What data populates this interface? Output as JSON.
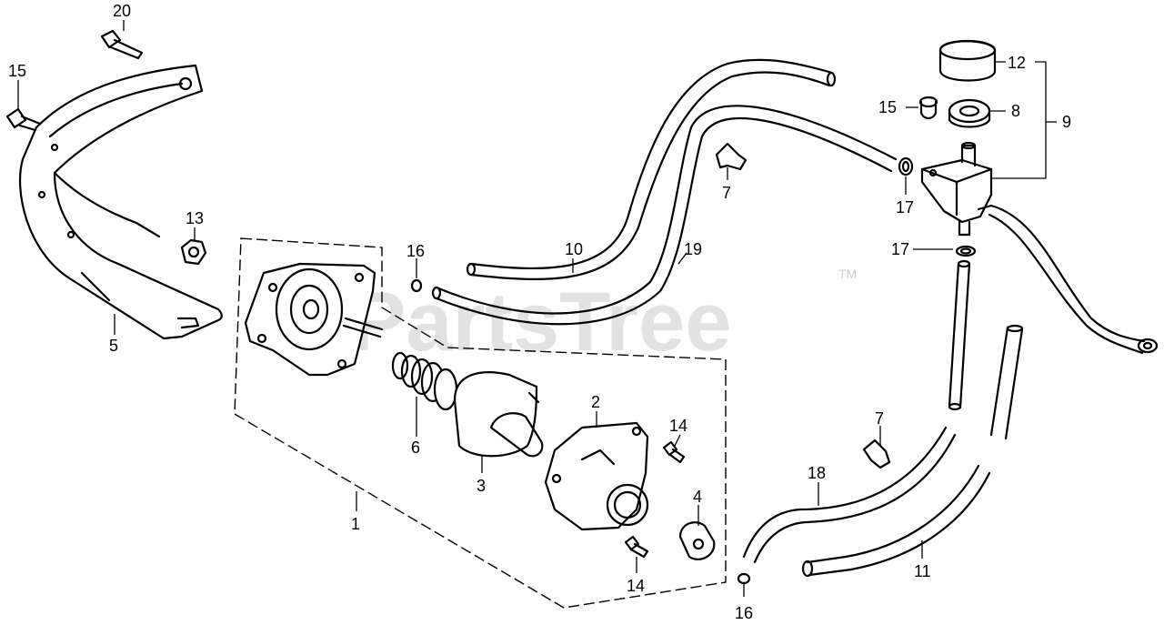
{
  "watermark": {
    "text": "PartsTree",
    "tm": "TM"
  },
  "callouts": {
    "p1": "1",
    "p2": "2",
    "p3": "3",
    "p4": "4",
    "p5": "5",
    "p6": "6",
    "p7a": "7",
    "p7b": "7",
    "p8": "8",
    "p9": "9",
    "p10": "10",
    "p11": "11",
    "p12": "12",
    "p13": "13",
    "p14a": "14",
    "p14b": "14",
    "p15a": "15",
    "p15b": "15",
    "p16a": "16",
    "p16b": "16",
    "p17a": "17",
    "p17b": "17",
    "p18": "18",
    "p19": "19",
    "p20": "20"
  }
}
